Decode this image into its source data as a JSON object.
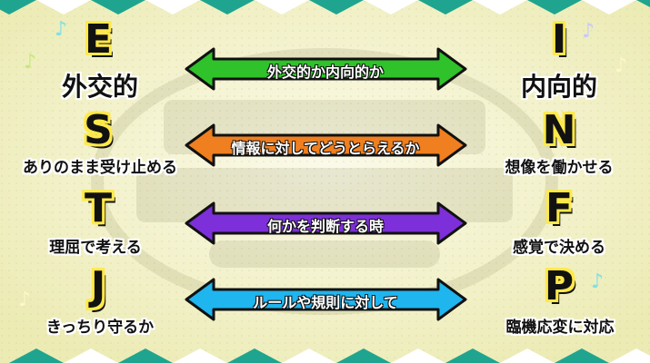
{
  "palette": {
    "background": "#f3f1c6",
    "border_teal": "#1fa58f",
    "border_white": "#ffffff",
    "letter_fill": "#111111",
    "letter_outline": "#ffe94a",
    "arrow_outline": "#111111"
  },
  "axes": [
    {
      "left": {
        "letter": "E",
        "description": "外交的"
      },
      "right": {
        "letter": "I",
        "description": "内向的"
      },
      "arrow": {
        "label": "外交的か内向的か",
        "color": "#2fc22a"
      }
    },
    {
      "left": {
        "letter": "S",
        "description": "ありのまま受け止める"
      },
      "right": {
        "letter": "N",
        "description": "想像を働かせる"
      },
      "arrow": {
        "label": "情報に対してどうとらえるか",
        "color": "#ef7f1f"
      }
    },
    {
      "left": {
        "letter": "T",
        "description": "理屈で考える"
      },
      "right": {
        "letter": "F",
        "description": "感覚で決める"
      },
      "arrow": {
        "label": "何かを判断する時",
        "color": "#7d2fd9"
      }
    },
    {
      "left": {
        "letter": "J",
        "description": "きっちり守るか"
      },
      "right": {
        "letter": "P",
        "description": "臨機応変に対応"
      },
      "arrow": {
        "label": "ルールや規則に対して",
        "color": "#1fb5ef"
      }
    }
  ],
  "decorations": {
    "music_note_icon": "♪",
    "note_colors": [
      "#7fe0e6",
      "#c8e878",
      "#fff7c8",
      "#c8c8ff"
    ]
  }
}
